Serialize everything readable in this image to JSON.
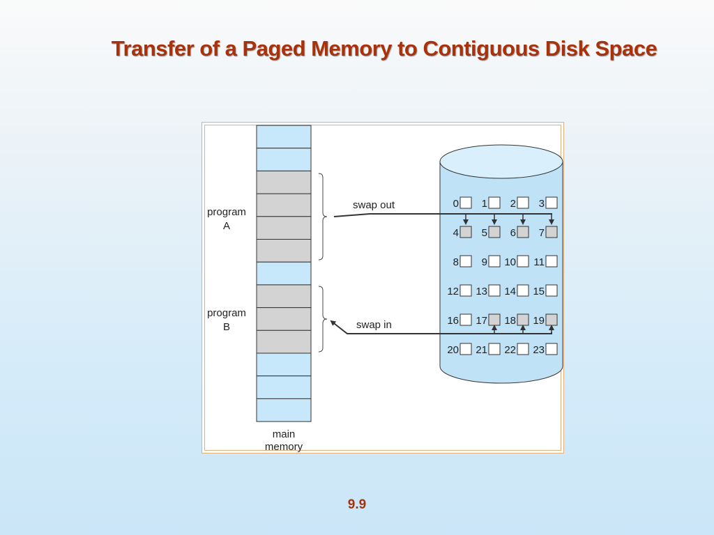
{
  "slide": {
    "title": "Transfer of a Paged Memory to Contiguous Disk Space",
    "page_number": "9.9"
  },
  "diagram": {
    "program_a_label": [
      "program",
      "A"
    ],
    "program_b_label": [
      "program",
      "B"
    ],
    "main_memory_label": [
      "main",
      "memory"
    ],
    "swap_out_label": "swap out",
    "swap_in_label": "swap in",
    "memory_frames": [
      "free",
      "free",
      "program-a",
      "program-a",
      "program-a",
      "program-a",
      "free",
      "program-b",
      "program-b",
      "program-b",
      "free",
      "free",
      "free"
    ],
    "disk_blocks": [
      {
        "n": "0",
        "filled": false
      },
      {
        "n": "1",
        "filled": false
      },
      {
        "n": "2",
        "filled": false
      },
      {
        "n": "3",
        "filled": false
      },
      {
        "n": "4",
        "filled": true
      },
      {
        "n": "5",
        "filled": true
      },
      {
        "n": "6",
        "filled": true
      },
      {
        "n": "7",
        "filled": true
      },
      {
        "n": "8",
        "filled": false
      },
      {
        "n": "9",
        "filled": false
      },
      {
        "n": "10",
        "filled": false
      },
      {
        "n": "11",
        "filled": false
      },
      {
        "n": "12",
        "filled": false
      },
      {
        "n": "13",
        "filled": false
      },
      {
        "n": "14",
        "filled": false
      },
      {
        "n": "15",
        "filled": false
      },
      {
        "n": "16",
        "filled": false
      },
      {
        "n": "17",
        "filled": true
      },
      {
        "n": "18",
        "filled": true
      },
      {
        "n": "19",
        "filled": true
      },
      {
        "n": "20",
        "filled": false
      },
      {
        "n": "21",
        "filled": false
      },
      {
        "n": "22",
        "filled": false
      },
      {
        "n": "23",
        "filled": false
      }
    ],
    "colors": {
      "free_frame": "#c7e8fb",
      "used_frame": "#d3d3d3",
      "disk_body": "#bfe2f6",
      "arrow": "#333333"
    }
  }
}
